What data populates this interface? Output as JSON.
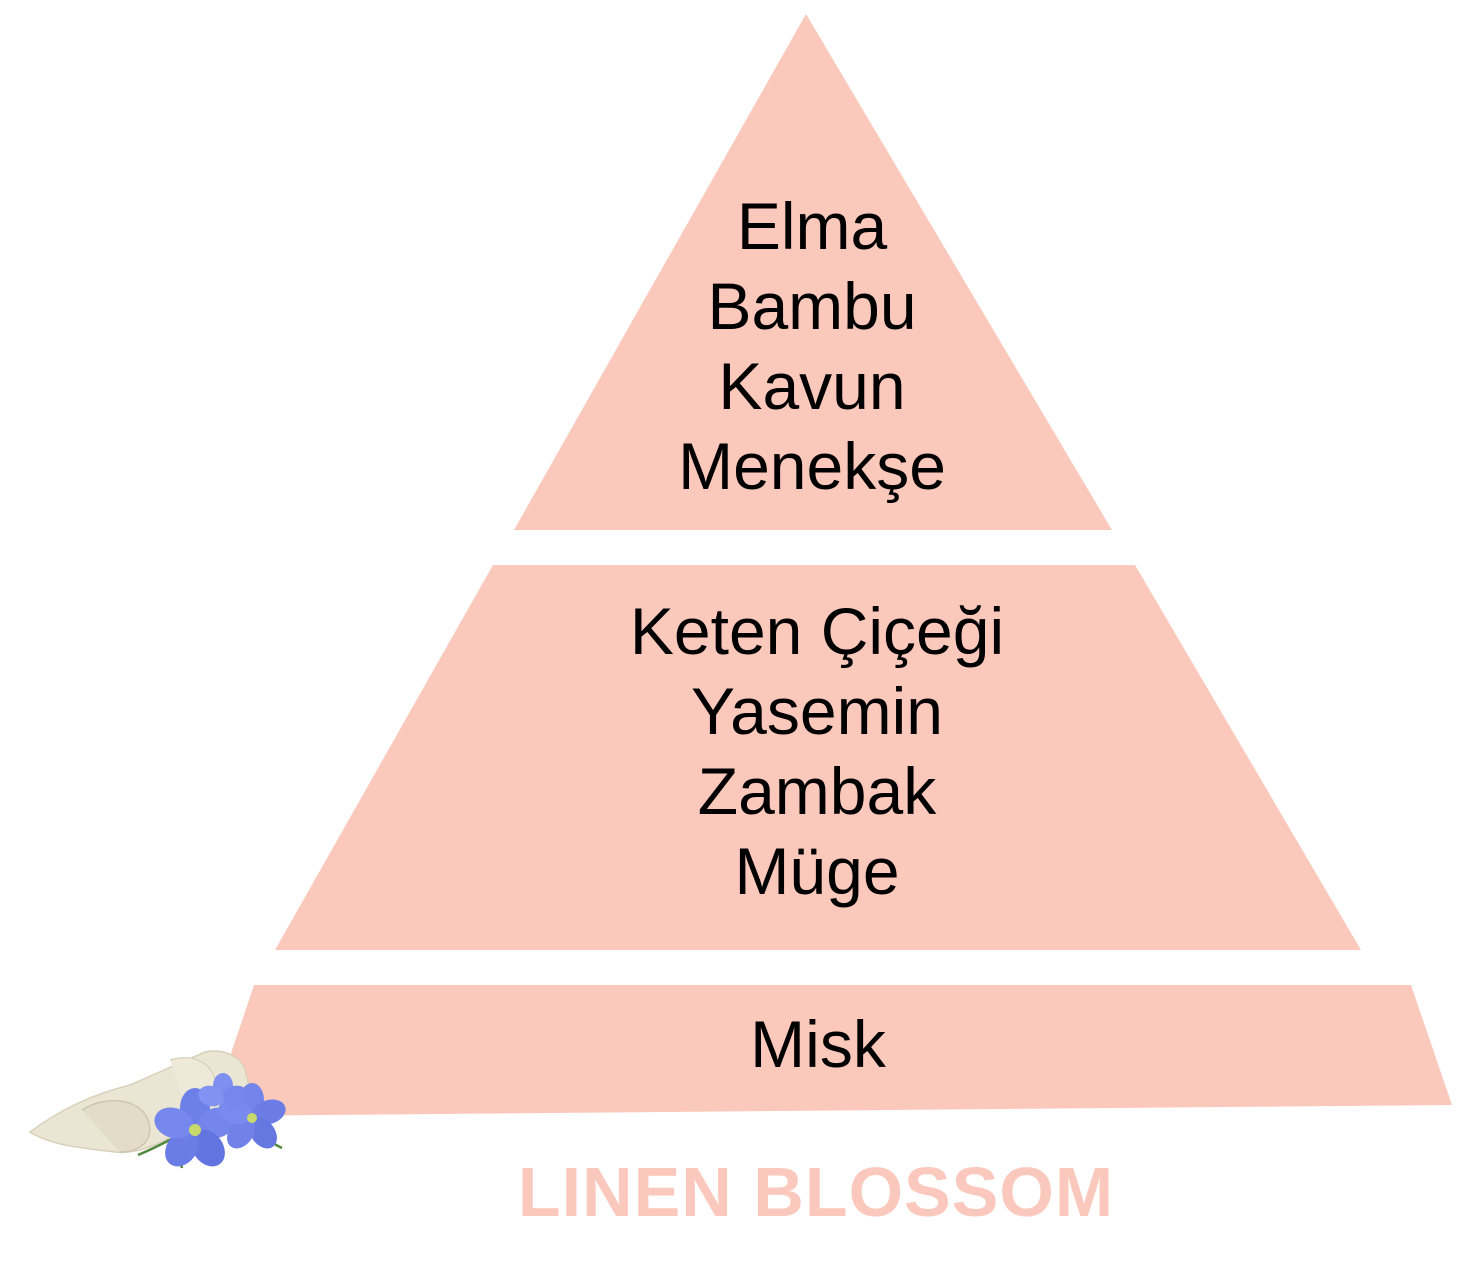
{
  "diagram": {
    "type": "fragrance-note-pyramid",
    "title": "LINEN BLOSSOM",
    "colors": {
      "tier_fill": "#fbc8bc",
      "title_color": "#fbc8bd",
      "text_color": "#000000",
      "background": "#ffffff"
    },
    "tiers": [
      {
        "name": "top",
        "notes": [
          "Elma",
          "Bambu",
          "Kavun",
          "Menekşe"
        ]
      },
      {
        "name": "middle",
        "notes": [
          "Keten Çiçeği",
          "Yasemin",
          "Zambak",
          "Müge"
        ]
      },
      {
        "name": "base",
        "notes": [
          "Misk"
        ]
      }
    ],
    "illustration": "linen-cloth-with-blue-flax-flowers"
  }
}
